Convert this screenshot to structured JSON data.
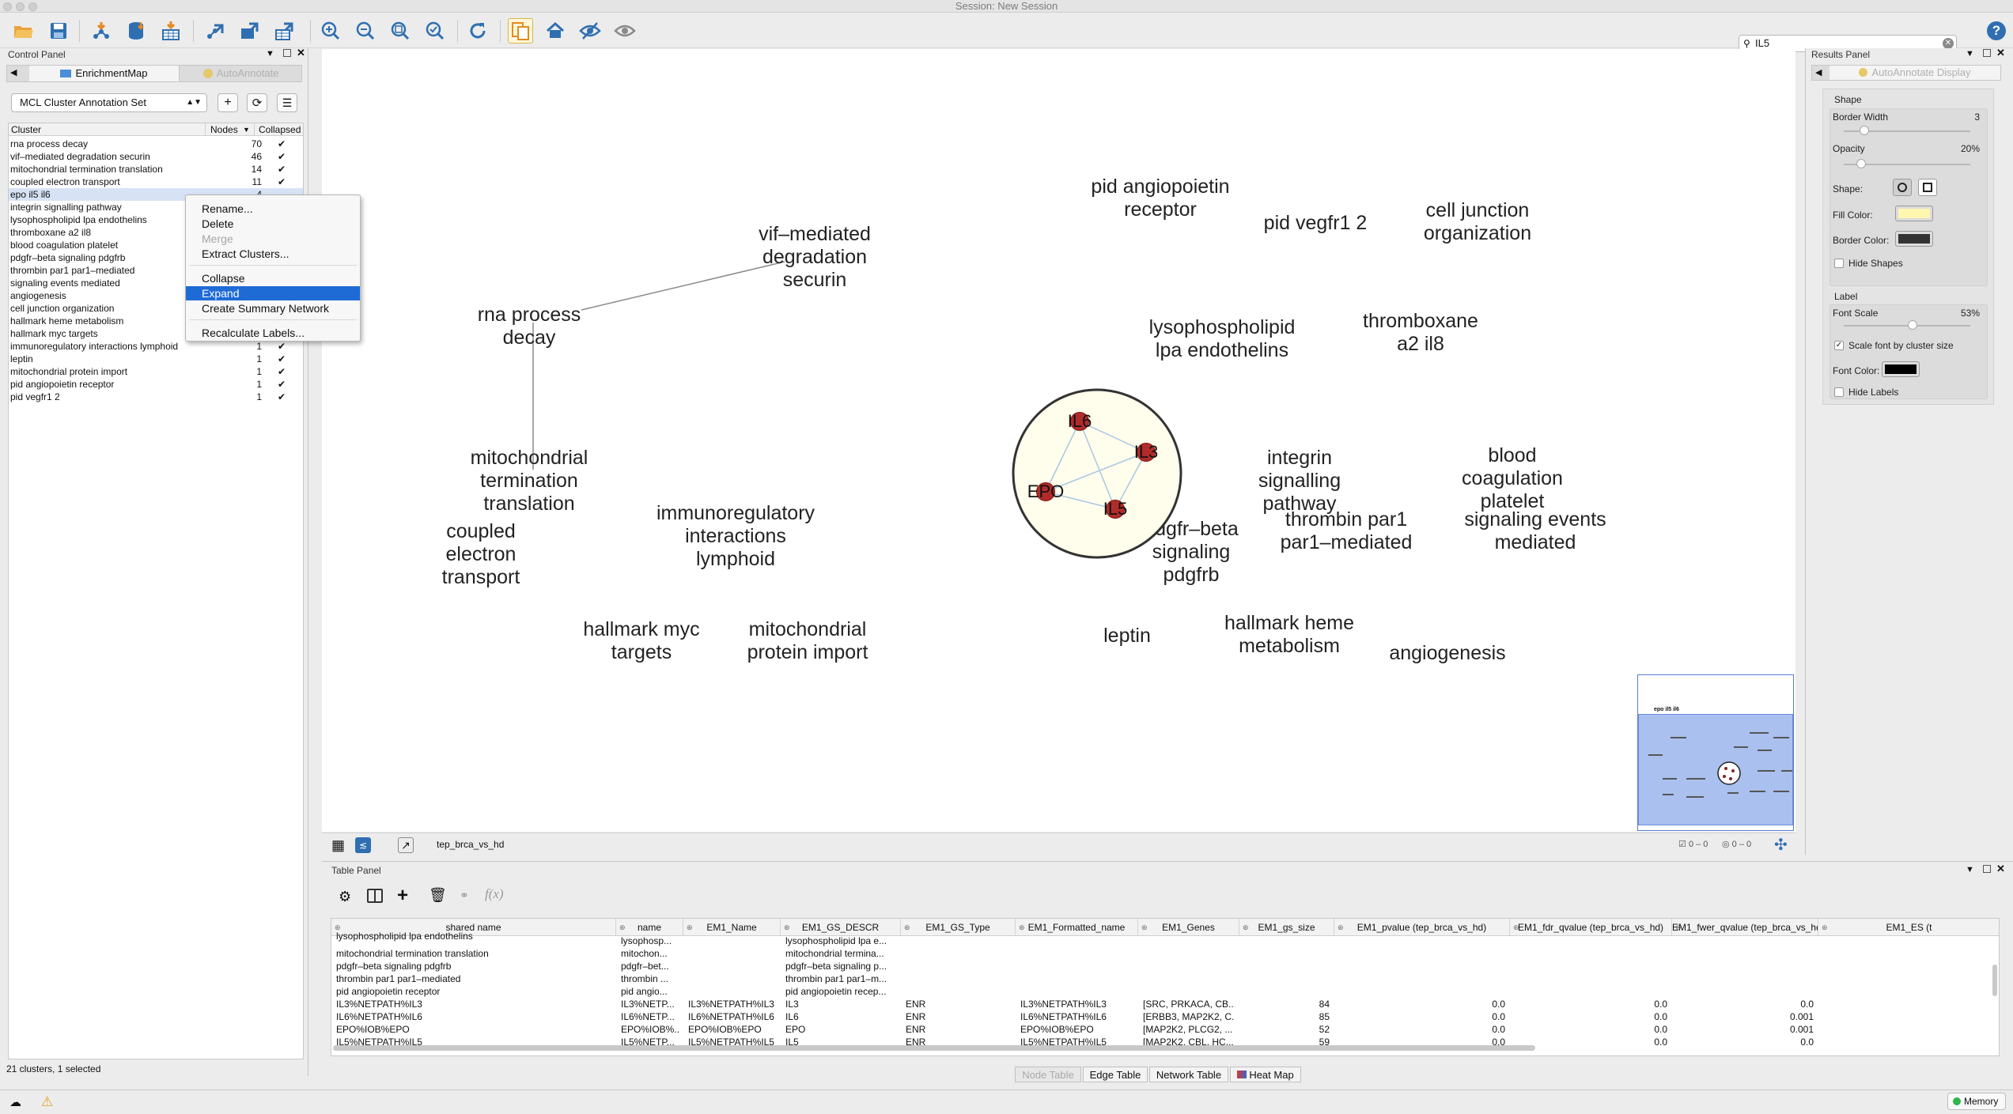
{
  "window": {
    "title": "Session: New Session"
  },
  "toolbar": {
    "search_value": "IL5",
    "buttons": [
      "open-session-icon",
      "save-session-icon",
      "import-network-icon",
      "import-from-database-icon",
      "import-table-icon",
      "import-table-file-icon",
      "export-network-icon",
      "export-image-icon",
      "export-table-icon",
      "zoom-in-icon",
      "zoom-out-icon",
      "zoom-fit-icon",
      "zoom-selected-icon",
      "refresh-icon",
      "new-network-from-selection-icon",
      "home-icon",
      "hide-icon",
      "show-icon"
    ],
    "help_icon": "help-icon"
  },
  "control_panel": {
    "title": "Control Panel",
    "tabs": [
      {
        "label": "EnrichmentMap"
      },
      {
        "label": "AutoAnnotate"
      }
    ],
    "annotation_set": "MCL Cluster Annotation Set",
    "table_headers": {
      "cluster": "Cluster",
      "nodes": "Nodes",
      "collapsed": "Collapsed"
    },
    "clusters": [
      {
        "name": "rna process decay",
        "nodes": "70",
        "collapsed": "✔"
      },
      {
        "name": "vif–mediated degradation securin",
        "nodes": "46",
        "collapsed": "✔"
      },
      {
        "name": "mitochondrial termination translation",
        "nodes": "14",
        "collapsed": "✔"
      },
      {
        "name": "coupled electron transport",
        "nodes": "11",
        "collapsed": "✔"
      },
      {
        "name": "epo il5 il6",
        "nodes": "4",
        "collapsed": ""
      },
      {
        "name": "integrin signalling pathway",
        "nodes": "",
        "collapsed": ""
      },
      {
        "name": "lysophospholipid lpa endothelins",
        "nodes": "",
        "collapsed": ""
      },
      {
        "name": "thromboxane a2 il8",
        "nodes": "",
        "collapsed": ""
      },
      {
        "name": "blood coagulation platelet",
        "nodes": "",
        "collapsed": ""
      },
      {
        "name": "pdgfr–beta signaling pdgfrb",
        "nodes": "",
        "collapsed": ""
      },
      {
        "name": "thrombin par1 par1–mediated",
        "nodes": "",
        "collapsed": ""
      },
      {
        "name": "signaling events mediated",
        "nodes": "",
        "collapsed": ""
      },
      {
        "name": "angiogenesis",
        "nodes": "",
        "collapsed": ""
      },
      {
        "name": "cell junction organization",
        "nodes": "",
        "collapsed": ""
      },
      {
        "name": "hallmark heme metabolism",
        "nodes": "",
        "collapsed": ""
      },
      {
        "name": "hallmark myc targets",
        "nodes": "",
        "collapsed": ""
      },
      {
        "name": "immunoregulatory interactions lymphoid",
        "nodes": "1",
        "collapsed": "✔"
      },
      {
        "name": "leptin",
        "nodes": "1",
        "collapsed": "✔"
      },
      {
        "name": "mitochondrial protein import",
        "nodes": "1",
        "collapsed": "✔"
      },
      {
        "name": "pid angiopoietin receptor",
        "nodes": "1",
        "collapsed": "✔"
      },
      {
        "name": "pid vegfr1 2",
        "nodes": "1",
        "collapsed": "✔"
      }
    ],
    "status": "21 clusters, 1 selected"
  },
  "context_menu": {
    "items": [
      {
        "label": "Rename...",
        "state": "normal"
      },
      {
        "label": "Delete",
        "state": "normal"
      },
      {
        "label": "Merge",
        "state": "disabled"
      },
      {
        "label": "Extract Clusters...",
        "state": "normal"
      },
      {
        "label": "Collapse",
        "state": "normal"
      },
      {
        "label": "Expand",
        "state": "highlighted"
      },
      {
        "label": "Create Summary Network",
        "state": "normal"
      },
      {
        "label": "Recalculate Labels...",
        "state": "normal"
      }
    ]
  },
  "network": {
    "name": "tep_brca_vs_hd",
    "cluster_labels": [
      "pid angiopoietin\nreceptor",
      "pid vegfr1 2",
      "cell junction\norganization",
      "vif–mediated\ndegradation\nsecurin",
      "rna process\ndecay",
      "lysophospholipid\nlpa endothelins",
      "thromboxane\na2 il8",
      "mitochondrial\ntermination\ntranslation",
      "integrin\nsignalling\npathway",
      "blood\ncoagulation\nplatelet",
      "immunoregulatory\ninteractions\nlymphoid",
      "coupled\nelectron\ntransport",
      "pdgfr–beta\nsignaling\npdgfrb",
      "thrombin par1\npar1–mediated",
      "signaling events\nmediated",
      "hallmark myc\ntargets",
      "mitochondrial\nprotein import",
      "leptin",
      "hallmark heme\nmetabolism",
      "angiogenesis"
    ],
    "expanded_nodes": [
      "IL6",
      "IL3",
      "EPO",
      "IL5"
    ],
    "navigator_label": "epo il5 il6",
    "selection_counts": [
      "0 – 0",
      "0 – 0"
    ]
  },
  "results_panel": {
    "title": "Results Panel",
    "tab_label": "AutoAnnotate Display",
    "shape_section": "Shape",
    "border_width_label": "Border Width",
    "border_width_value": "3",
    "opacity_label": "Opacity",
    "opacity_value": "20%",
    "shape_label": "Shape:",
    "fill_color_label": "Fill Color:",
    "fill_color": "#fff7b0",
    "border_color_label": "Border Color:",
    "border_color": "#333333",
    "hide_shapes_label": "Hide Shapes",
    "label_section": "Label",
    "font_scale_label": "Font Scale",
    "font_scale_value": "53%",
    "scale_font_label": "Scale font by cluster size",
    "font_color_label": "Font Color:",
    "font_color": "#000000",
    "hide_labels_label": "Hide Labels"
  },
  "table_panel": {
    "title": "Table Panel",
    "columns": [
      "shared name",
      "name",
      "EM1_Name",
      "EM1_GS_DESCR",
      "EM1_GS_Type",
      "EM1_Formatted_name",
      "EM1_Genes",
      "EM1_gs_size",
      "EM1_pvalue (tep_brca_vs_hd)",
      "EM1_fdr_qvalue (tep_brca_vs_hd)",
      "EM1_fwer_qvalue (tep_brca_vs_hd)",
      "EM1_ES (t"
    ],
    "rows": [
      [
        "lysophospholipid lpa endothelins",
        "lysophosp...",
        "",
        "lysophospholipid lpa e...",
        "",
        "",
        "",
        "",
        "",
        "",
        "",
        ""
      ],
      [
        "mitochondrial termination translation",
        "mitochon...",
        "",
        "mitochondrial termina...",
        "",
        "",
        "",
        "",
        "",
        "",
        "",
        ""
      ],
      [
        "pdgfr–beta signaling pdgfrb",
        "pdgfr–bet...",
        "",
        "pdgfr–beta signaling p...",
        "",
        "",
        "",
        "",
        "",
        "",
        "",
        ""
      ],
      [
        "thrombin par1 par1–mediated",
        "thrombin ...",
        "",
        "thrombin par1 par1–m...",
        "",
        "",
        "",
        "",
        "",
        "",
        "",
        ""
      ],
      [
        "pid angiopoietin receptor",
        "pid angio...",
        "",
        "pid angiopoietin recep...",
        "",
        "",
        "",
        "",
        "",
        "",
        "",
        ""
      ],
      [
        "IL3%NETPATH%IL3",
        "IL3%NETP...",
        "IL3%NETPATH%IL3",
        "IL3",
        "ENR",
        "IL3%NETPATH%IL3",
        "[SRC, PRKACA, CB...",
        "84",
        "0.0",
        "0.0",
        "0.0",
        ""
      ],
      [
        "IL6%NETPATH%IL6",
        "IL6%NETP...",
        "IL6%NETPATH%IL6",
        "IL6",
        "ENR",
        "IL6%NETPATH%IL6",
        "[ERBB3, MAP2K2, C...",
        "85",
        "0.0",
        "0.0",
        "0.001",
        ""
      ],
      [
        "EPO%IOB%EPO",
        "EPO%IOB%...",
        "EPO%IOB%EPO",
        "EPO",
        "ENR",
        "EPO%IOB%EPO",
        "[MAP2K2, PLCG2, ...",
        "52",
        "0.0",
        "0.0",
        "0.001",
        ""
      ],
      [
        "IL5%NETPATH%IL5",
        "IL5%NETP...",
        "IL5%NETPATH%IL5",
        "IL5",
        "ENR",
        "IL5%NETPATH%IL5",
        "[MAP2K2, CBL, HC...",
        "59",
        "0.0",
        "0.0",
        "0.0",
        ""
      ]
    ],
    "tabs": [
      {
        "label": "Node Table"
      },
      {
        "label": "Edge Table"
      },
      {
        "label": "Network Table"
      },
      {
        "label": "Heat Map"
      }
    ]
  },
  "status_bar": {
    "memory": "Memory"
  }
}
